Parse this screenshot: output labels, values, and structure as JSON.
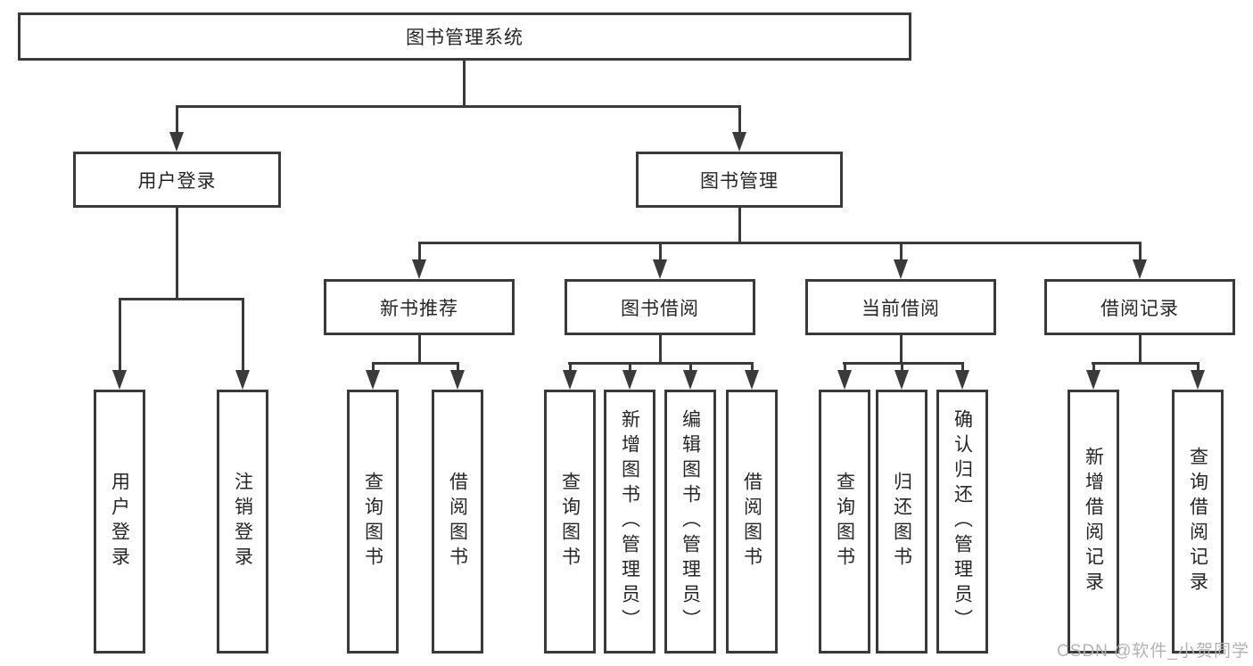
{
  "diagram": {
    "root": {
      "label": "图书管理系统"
    },
    "branches": {
      "user_login": {
        "label": "用户登录",
        "children": [
          "用户登录",
          "注销登录"
        ]
      },
      "book_management": {
        "label": "图书管理"
      }
    },
    "book_management_sections": [
      {
        "label": "新书推荐",
        "children": [
          "查询图书",
          "借阅图书"
        ]
      },
      {
        "label": "图书借阅",
        "children": [
          "查询图书",
          "新增图书（管理员）",
          "编辑图书（管理员）",
          "借阅图书"
        ]
      },
      {
        "label": "当前借阅",
        "children": [
          "查询图书",
          "归还图书",
          "确认归还（管理员）"
        ]
      },
      {
        "label": "借阅记录",
        "children": [
          "新增借阅记录",
          "查询借阅记录"
        ]
      }
    ]
  },
  "watermark": "CSDN @软件_小贺同学",
  "colors": {
    "line": "#3a3a3a",
    "text": "#262626",
    "watermark": "#b3b3b3",
    "background": "#ffffff"
  }
}
